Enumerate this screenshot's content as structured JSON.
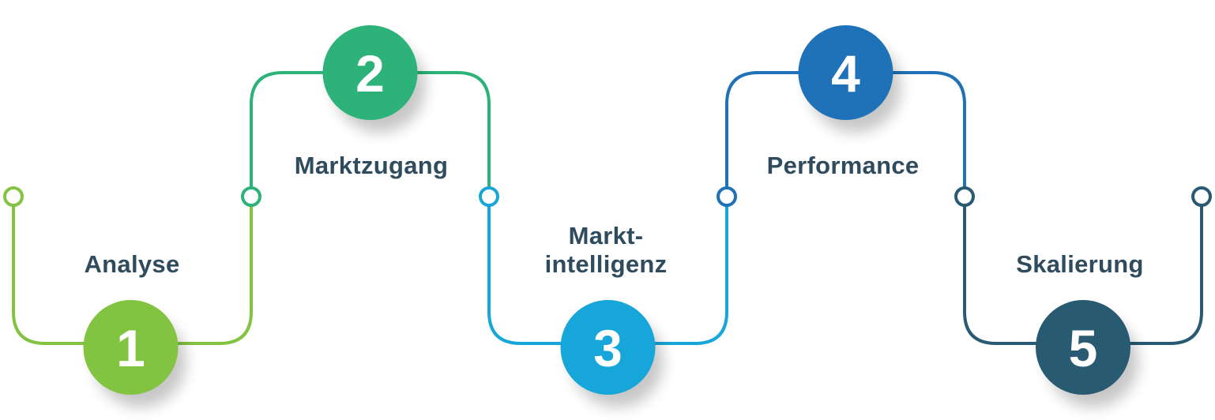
{
  "steps": [
    {
      "number": "1",
      "label": "Analyse",
      "color": "#82c341"
    },
    {
      "number": "2",
      "label": "Marktzugang",
      "color": "#2db37a"
    },
    {
      "number": "3",
      "label_line1": "Markt-",
      "label_line2": "intelligenz",
      "color": "#17a6d9"
    },
    {
      "number": "4",
      "label": "Performance",
      "color": "#1f72b8"
    },
    {
      "number": "5",
      "label": "Skalierung",
      "color": "#285a72"
    }
  ]
}
